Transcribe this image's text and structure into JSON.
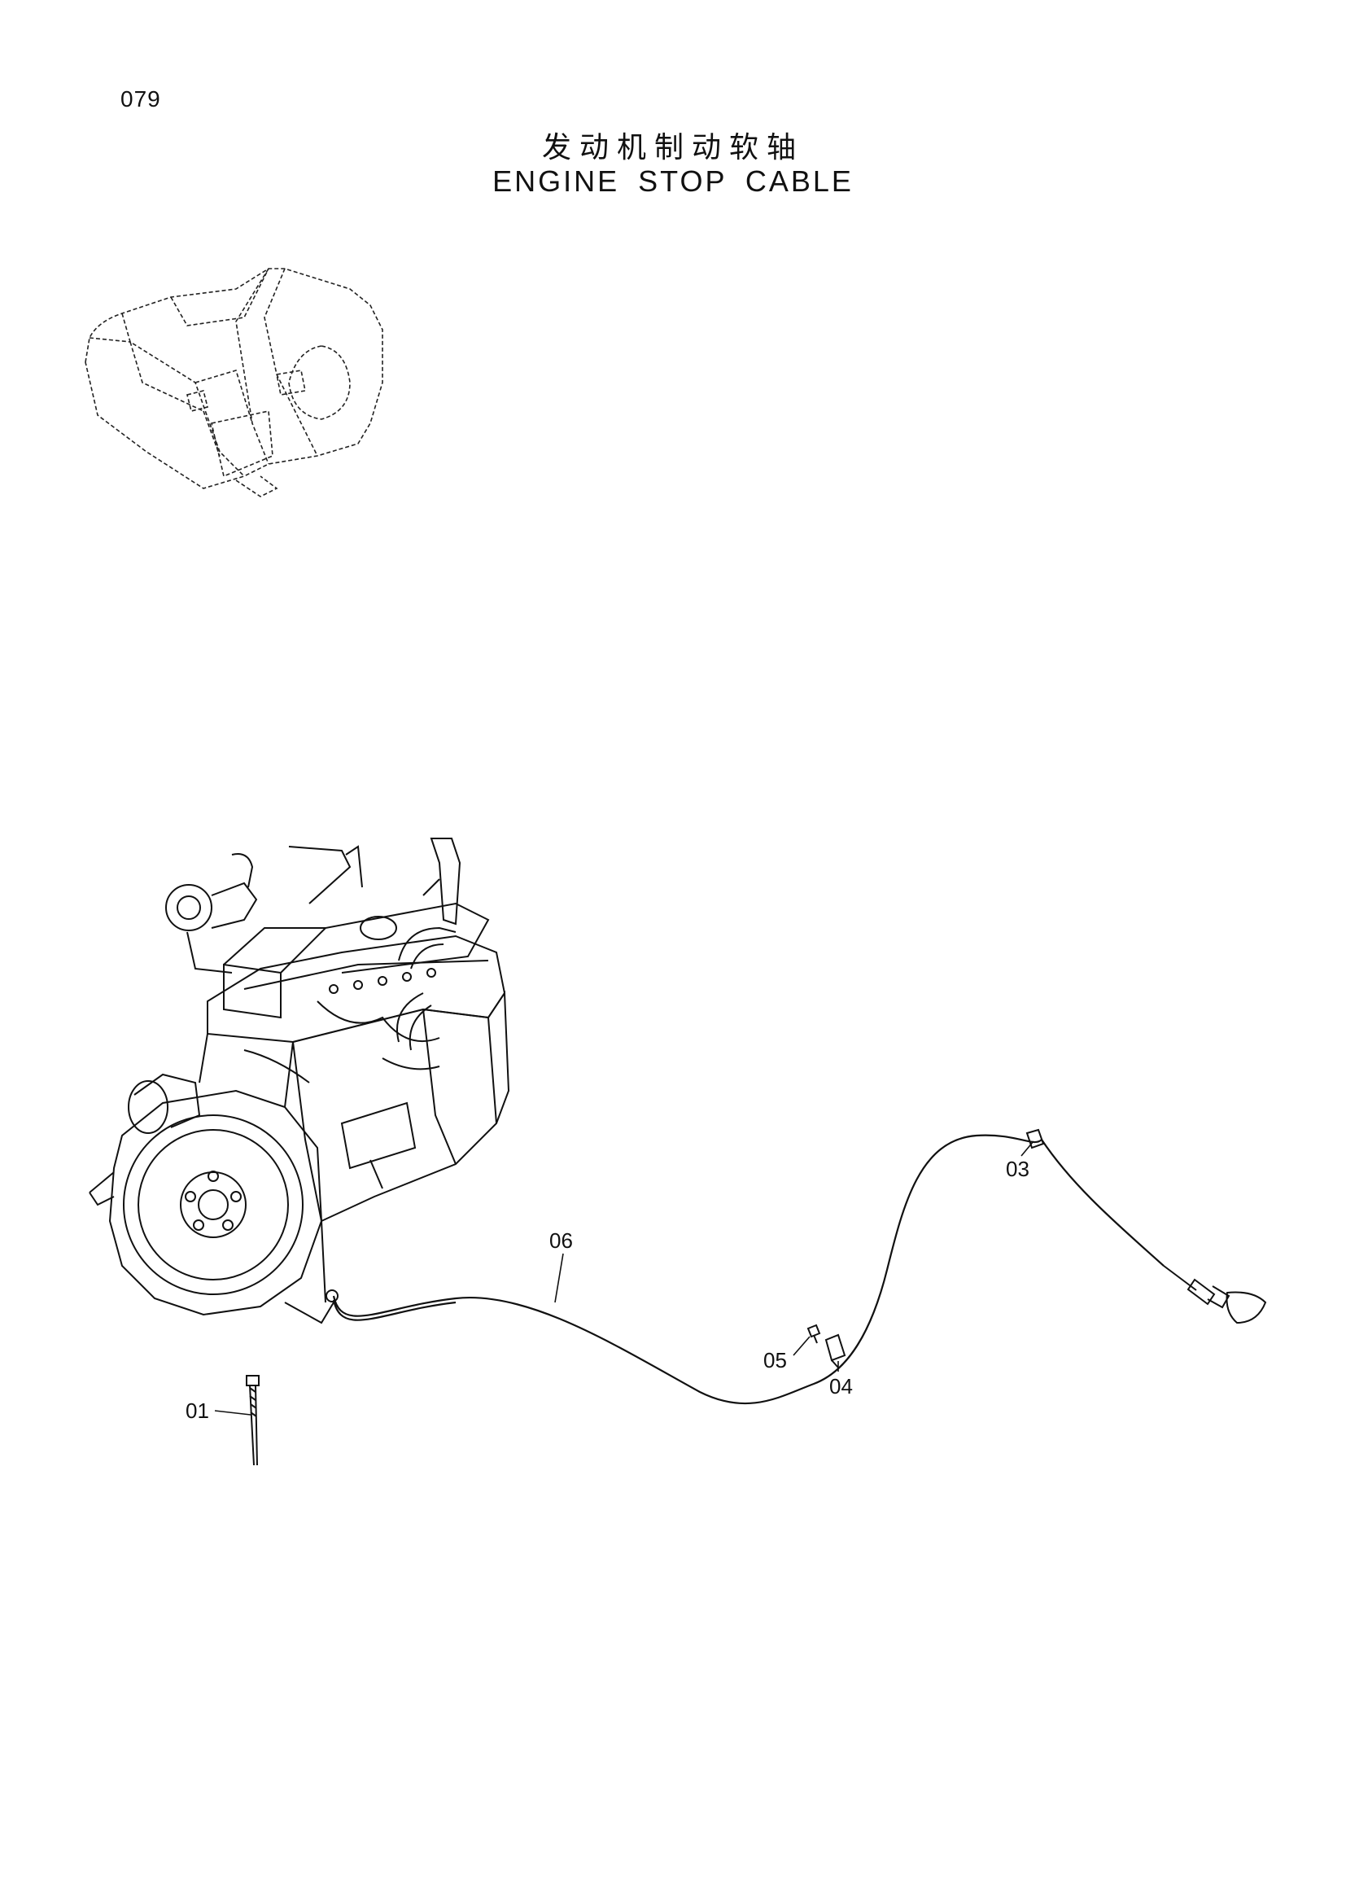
{
  "page_number": "079",
  "title_zh": "发动机制动软轴",
  "title_en": "ENGINE  STOP CABLE",
  "callouts": [
    {
      "id": "01"
    },
    {
      "id": "03"
    },
    {
      "id": "04"
    },
    {
      "id": "05"
    },
    {
      "id": "06"
    }
  ]
}
